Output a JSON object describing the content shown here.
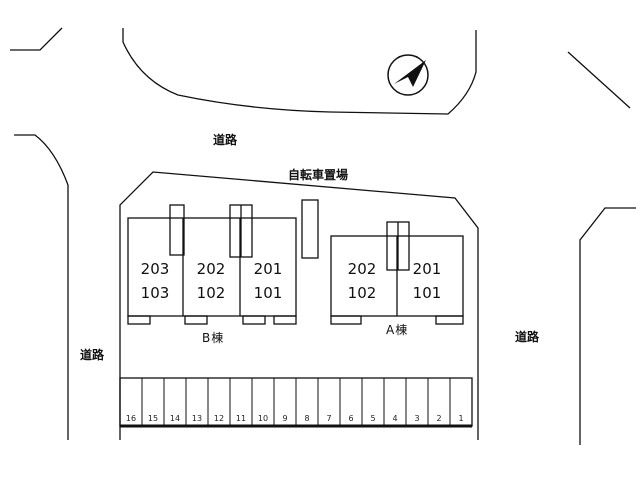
{
  "labels": {
    "road_top": "道路",
    "road_left": "道路",
    "road_right": "道路",
    "bicycle_parking": "自転車置場",
    "building_b": "B棟",
    "building_a": "A棟"
  },
  "building_b_units": [
    {
      "upper": "203",
      "lower": "103"
    },
    {
      "upper": "202",
      "lower": "102"
    },
    {
      "upper": "201",
      "lower": "101"
    }
  ],
  "building_a_units": [
    {
      "upper": "202",
      "lower": "102"
    },
    {
      "upper": "201",
      "lower": "101"
    }
  ],
  "parking_slots": [
    "16",
    "15",
    "14",
    "13",
    "12",
    "11",
    "10",
    "9",
    "8",
    "7",
    "6",
    "5",
    "4",
    "3",
    "2",
    "1"
  ],
  "icons": {
    "compass": "north-arrow-icon"
  },
  "colors": {
    "line": "#111111",
    "background": "#ffffff"
  }
}
